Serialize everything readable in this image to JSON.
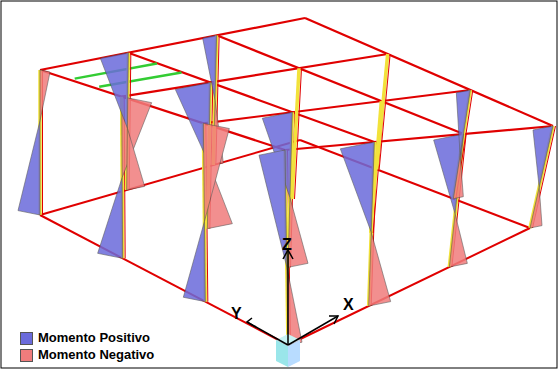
{
  "diagram": {
    "labels": [
      "Z",
      "Y",
      "X"
    ],
    "legend": [
      {
        "text": "Momento Positivo",
        "color": "#6b6bdb"
      },
      {
        "text": "Momento Negativo",
        "color": "#f07c7c"
      }
    ]
  }
}
